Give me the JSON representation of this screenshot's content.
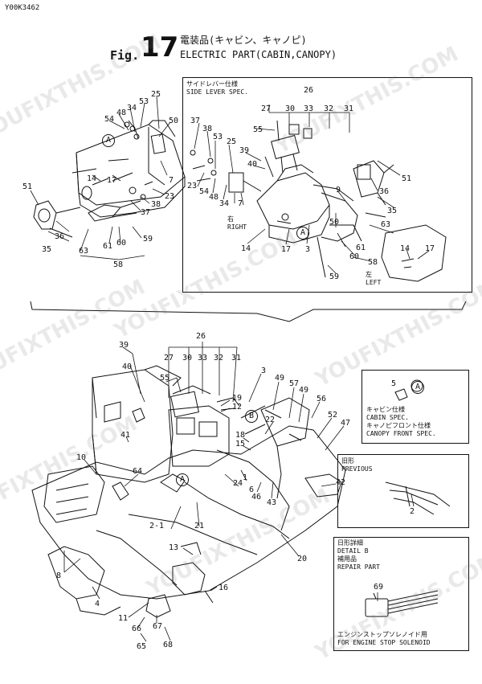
{
  "header": {
    "code": "Y00K3462",
    "fig_word": "Fig.",
    "fig_number": "17",
    "title_ja": "電装品(キャビン、キャノピ)",
    "title_en": "ELECTRIC PART(CABIN,CANOPY)"
  },
  "side_lever_box": {
    "title_ja": "サイドレバー仕様",
    "title_en": "SIDE LEVER SPEC.",
    "right_ja": "右",
    "right_en": "RIGHT",
    "left_ja": "左",
    "left_en": "LEFT"
  },
  "cabin_box": {
    "line1": "キャビン仕様",
    "line2": "CABIN SPEC.",
    "line3": "キャノピフロント仕様",
    "line4": "CANOPY FRONT SPEC."
  },
  "previous_box": {
    "title_ja": "旧形",
    "title_en": "PREVIOUS"
  },
  "detail_box": {
    "line1": "日形詳細",
    "line2": "DETAIL B",
    "line3": "補用品",
    "line4": "REPAIR PART",
    "footer_ja": "エンジンストップソレノイド用",
    "footer_en": "FOR ENGINE STOP SOLENOID"
  },
  "callouts": {
    "A": "A",
    "B": "B"
  },
  "part_labels": {
    "l01": "25",
    "l02": "54",
    "l03": "48",
    "l04": "34",
    "l05": "53",
    "l06": "50",
    "l07": "7",
    "l08": "51",
    "l09": "17",
    "l10": "14",
    "l11": "23",
    "l12": "38",
    "l13": "37",
    "l14": "36",
    "l15": "35",
    "l16": "63",
    "l17": "61",
    "l18": "60",
    "l19": "59",
    "l20": "58",
    "l21": "26",
    "l22": "27",
    "l23": "30",
    "l24": "33",
    "l25": "32",
    "l26": "31",
    "l27": "37",
    "l28": "38",
    "l29": "53",
    "l30": "25",
    "l31": "55",
    "l32": "39",
    "l33": "40",
    "l34": "23",
    "l35": "54",
    "l36": "48",
    "l37": "34",
    "l38": "7",
    "l39": "9",
    "l40": "36",
    "l41": "35",
    "l42": "51",
    "l43": "50",
    "l44": "63",
    "l45": "14",
    "l46": "17",
    "l47": "3",
    "l48": "61",
    "l49": "60",
    "l50": "58",
    "l51": "59",
    "l52": "14",
    "l53": "17",
    "l54": "39",
    "l55": "40",
    "l56": "26",
    "l57": "27",
    "l58": "30",
    "l59": "33",
    "l60": "32",
    "l61": "31",
    "l62": "55",
    "l63": "3",
    "l64": "49",
    "l65": "57",
    "l66": "49",
    "l67": "19",
    "l68": "12",
    "l69": "56",
    "l70": "52",
    "l71": "47",
    "l72": "22",
    "l73": "18",
    "l74": "15",
    "l75": "41",
    "l76": "10",
    "l77": "64",
    "l78": "1",
    "l79": "24",
    "l80": "6",
    "l81": "46",
    "l82": "43",
    "l83": "42",
    "l84": "2-1",
    "l85": "21",
    "l86": "13",
    "l87": "20",
    "l88": "8",
    "l89": "4",
    "l90": "16",
    "l91": "11",
    "l92": "66",
    "l93": "67",
    "l94": "65",
    "l95": "68",
    "l96": "5",
    "l97": "2",
    "l98": "69"
  },
  "watermark": "YOUFIXTHIS.COM"
}
